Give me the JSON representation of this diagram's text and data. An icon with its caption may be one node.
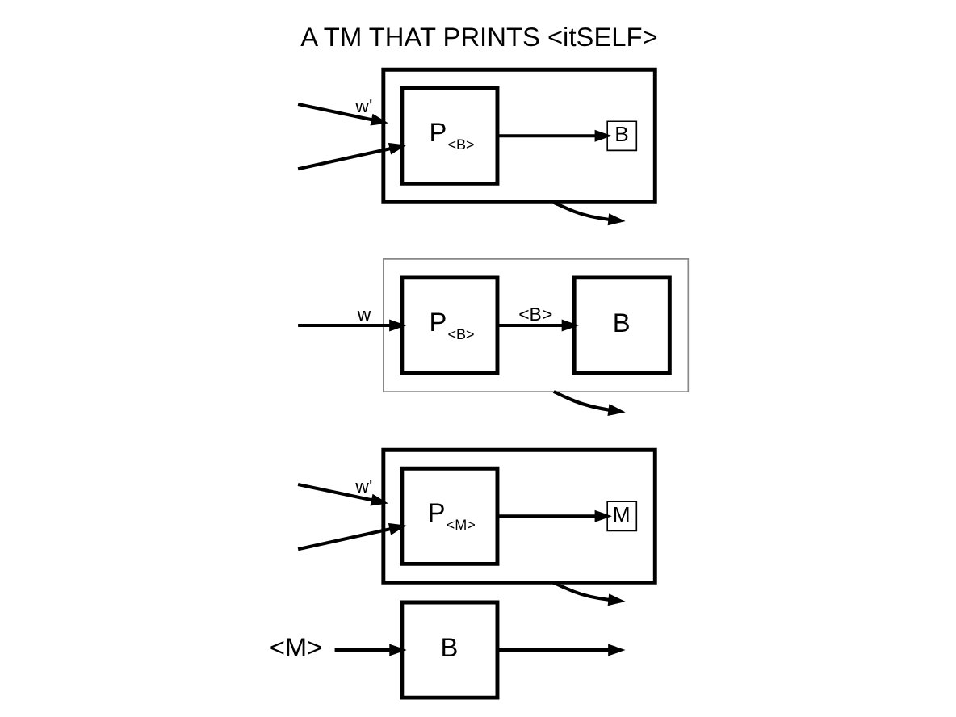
{
  "diagram": {
    "title": "A TM THAT PRINTS <itSELF>",
    "nodes": [
      {
        "text": [
          "<M>"
        ]
      },
      {
        "text": [
          "B"
        ]
      },
      {
        "text": [],
        "shape": "box"
      },
      {
        "text": [
          "P$_{<M>}$"
        ],
        "in": 2
      },
      {
        "text": [
          "M"
        ],
        "in": 2
      },
      {
        "text": [],
        "shape": "box"
      },
      {
        "text": [
          "P$_{<B>}$"
        ],
        "in": 5
      },
      {
        "text": [
          "B"
        ],
        "in": 5
      },
      {
        "text": [],
        "shape": "box"
      },
      {
        "text": [
          "P$_{<B>}$"
        ],
        "in": 8
      },
      {
        "text": [
          "B"
        ],
        "in": 8
      }
    ],
    "edges": [
      {
        "from": 0,
        "to": 1,
        "arrow": "to"
      },
      {
        "from": 1,
        "to": null,
        "arrow": "to"
      },
      {
        "from": null,
        "to": 2,
        "arrow": "to",
        "label": "w'"
      },
      {
        "from": null,
        "to": 3,
        "arrow": "to"
      },
      {
        "from": 3,
        "to": 4,
        "arrow": "to"
      },
      {
        "from": 2,
        "to": null,
        "arrow": "to"
      },
      {
        "from": null,
        "to": 6,
        "arrow": "to",
        "label": "w"
      },
      {
        "from": 6,
        "to": 7,
        "arrow": "to",
        "label": "<B>"
      },
      {
        "from": 5,
        "to": null,
        "arrow": "to"
      },
      {
        "from": null,
        "to": 8,
        "arrow": "to",
        "label": "w'"
      },
      {
        "from": null,
        "to": 9,
        "arrow": "to"
      },
      {
        "from": 9,
        "to": 10,
        "arrow": "to"
      },
      {
        "from": 8,
        "to": null,
        "arrow": "to"
      }
    ]
  }
}
